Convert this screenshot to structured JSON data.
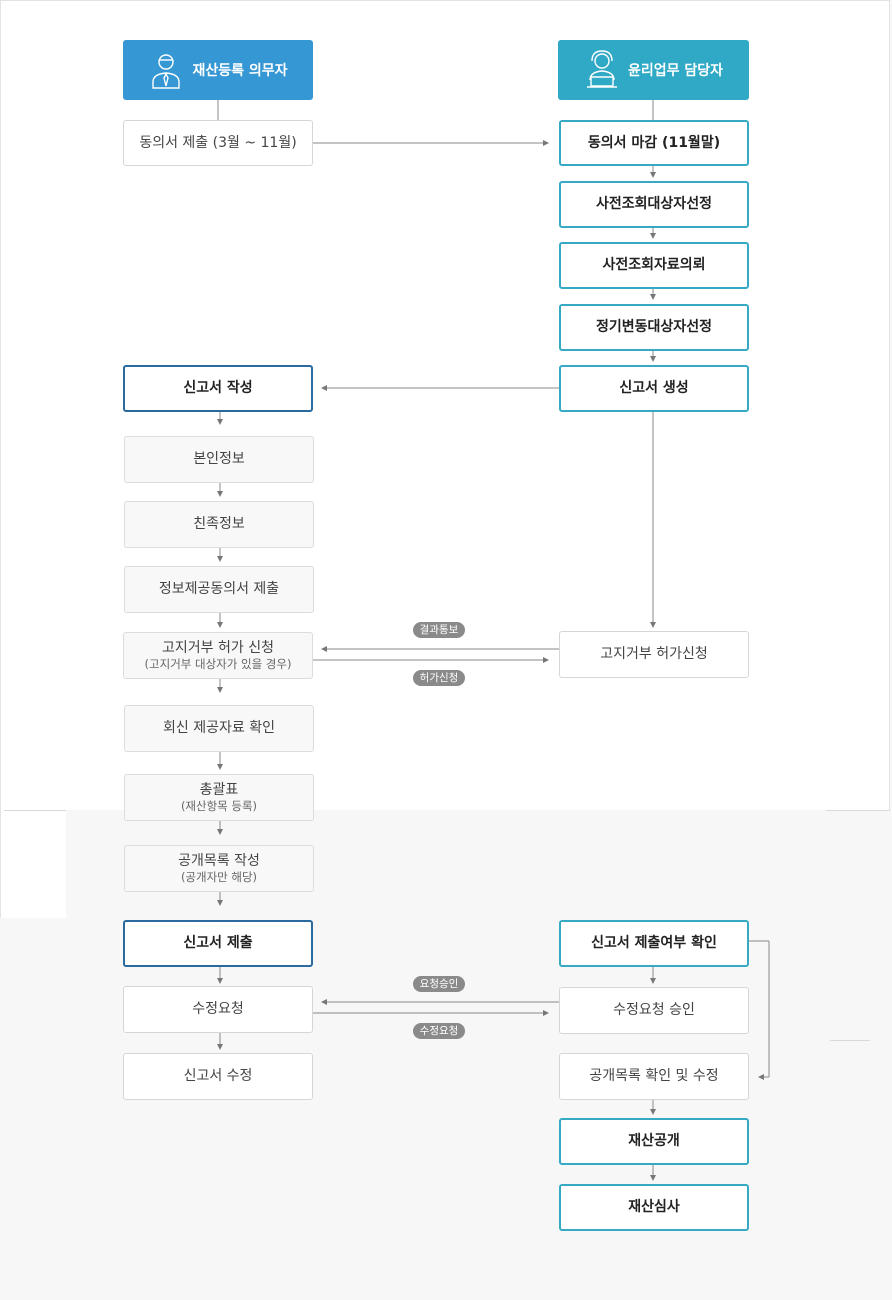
{
  "headers": {
    "left": {
      "label": "재산등록 의무자",
      "icon": "user-tie-icon"
    },
    "right": {
      "label": "윤리업무 담당자",
      "icon": "operator-laptop-icon"
    }
  },
  "left_steps": {
    "consent_submit": "동의서 제출 (3월 ~ 11월)",
    "report_write": "신고서 작성",
    "personal_info": "본인정보",
    "relative_info": "친족정보",
    "info_consent": "정보제공동의서 제출",
    "refusal_request": {
      "main": "고지거부 허가 신청",
      "sub": "(고지거부 대상자가 있을 경우)"
    },
    "reply_check": "회신 제공자료 확인",
    "summary": {
      "main": "총괄표",
      "sub": "(재산항목 등록)"
    },
    "disclosure_list": {
      "main": "공개목록 작성",
      "sub": "(공개자만 해당)"
    },
    "report_submit": "신고서 제출",
    "revision_request": "수정요청",
    "report_revise": "신고서 수정"
  },
  "right_steps": {
    "consent_deadline": "동의서 마감 (11월말)",
    "precheck_select": "사전조회대상자선정",
    "precheck_request": "사전조회자료의뢰",
    "regular_select": "정기변동대상자선정",
    "report_generate": "신고서 생성",
    "refusal_permit": "고지거부 허가신청",
    "submit_check": "신고서 제출여부 확인",
    "revision_approve": "수정요청 승인",
    "disclosure_review": "공개목록 확인 및 수정",
    "asset_disclosure": "재산공개",
    "asset_review": "재산심사"
  },
  "connector_labels": {
    "result_notice": "결과통보",
    "permit_request": "허가신청",
    "request_approve": "요청승인",
    "revision_request": "수정요청"
  },
  "colors": {
    "header_left": "#3597d3",
    "header_right": "#2fa9c5",
    "teal_border": "#36a9c4",
    "navy_border": "#2a6a9e",
    "pill": "#8a8a8a"
  }
}
